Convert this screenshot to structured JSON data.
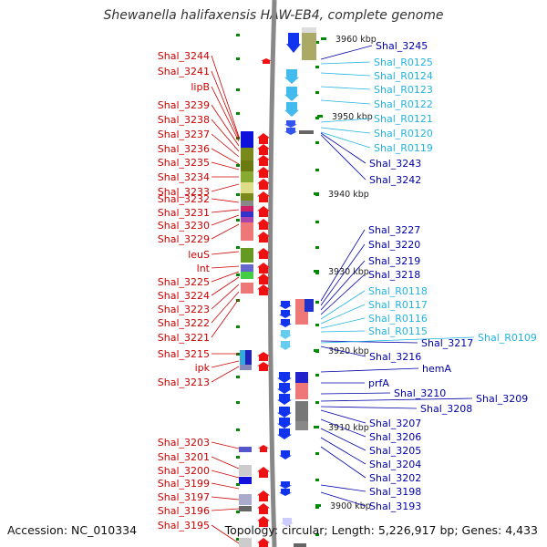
{
  "title": "Shewanella halifaxensis HAW-EB4, complete genome",
  "accession": "Accession: NC_010334",
  "topology": "Topology: circular; Length: 5,226,917 bp; Genes: 4,433",
  "colors": {
    "left_label": "#cc0000",
    "right_label": "#0000aa",
    "rna_label": "#22b4e0",
    "scale": "#008800",
    "axis": "#888888"
  },
  "scale_labels": [
    "3960 kbp",
    "3950 kbp",
    "3940 kbp",
    "3930 kbp",
    "3920 kbp",
    "3910 kbp",
    "3900 kbp"
  ],
  "left_labels": [
    "Shal_3244",
    "Shal_3241",
    "lipB",
    "Shal_3239",
    "Shal_3238",
    "Shal_3237",
    "Shal_3236",
    "Shal_3235",
    "Shal_3234",
    "Shal_3233",
    "Shal_3232",
    "Shal_3231",
    "Shal_3230",
    "Shal_3229",
    "leuS",
    "lnt",
    "Shal_3225",
    "Shal_3224",
    "Shal_3223",
    "Shal_3222",
    "Shal_3221",
    "Shal_3215",
    "ipk",
    "Shal_3213",
    "Shal_3203",
    "Shal_3201",
    "Shal_3200",
    "Shal_3199",
    "Shal_3197",
    "Shal_3196",
    "Shal_3195"
  ],
  "right_labels": [
    "Shal_3245",
    "Shal_R0125",
    "Shal_R0124",
    "Shal_R0123",
    "Shal_R0122",
    "Shal_R0121",
    "Shal_R0120",
    "Shal_R0119",
    "Shal_3243",
    "Shal_3242",
    "Shal_3227",
    "Shal_3220",
    "Shal_3219",
    "Shal_3218",
    "Shal_R0118",
    "Shal_R0117",
    "Shal_R0116",
    "Shal_R0115",
    "Shal_3217",
    "Shal_R0109",
    "Shal_3216",
    "hemA",
    "prfA",
    "Shal_3210",
    "Shal_3209",
    "Shal_3208",
    "Shal_3207",
    "Shal_3206",
    "Shal_3205",
    "Shal_3204",
    "Shal_3202",
    "Shal_3198",
    "Shal_3193"
  ]
}
